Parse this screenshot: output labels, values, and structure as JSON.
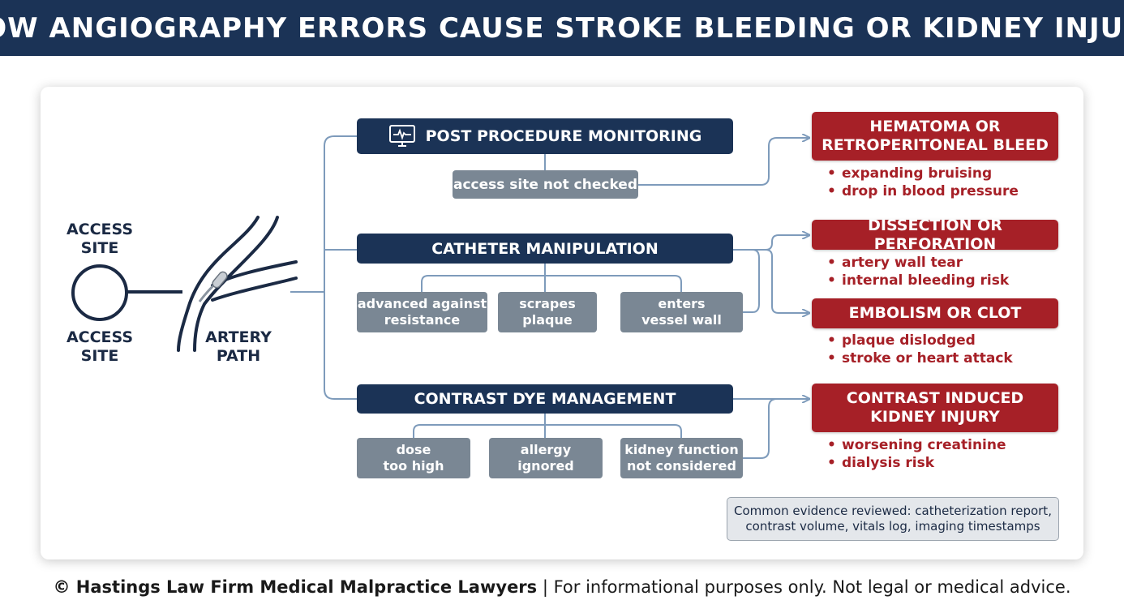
{
  "title": "HOW ANGIOGRAPHY ERRORS CAUSE STROKE BLEEDING OR KIDNEY INJURY",
  "left": {
    "access_site_top": [
      "ACCESS",
      "SITE"
    ],
    "access_site_bottom": [
      "ACCESS",
      "SITE"
    ],
    "artery_path": [
      "ARTERY",
      "PATH"
    ]
  },
  "monitoring": {
    "title": "POST PROCEDURE MONITORING",
    "icon": "monitor-icon",
    "subs": [
      [
        "access site not checked"
      ]
    ]
  },
  "catheter": {
    "title": "CATHETER MANIPULATION",
    "subs": [
      [
        "advanced against",
        "resistance"
      ],
      [
        "scrapes",
        "plaque"
      ],
      [
        "enters",
        "vessel wall"
      ]
    ]
  },
  "contrast": {
    "title": "CONTRAST DYE MANAGEMENT",
    "subs": [
      [
        "dose",
        "too high"
      ],
      [
        "allergy",
        "ignored"
      ],
      [
        "kidney function",
        "not considered"
      ]
    ]
  },
  "outcomes": [
    {
      "title": [
        "HEMATOMA OR",
        "RETROPERITONEAL BLEED"
      ],
      "bullets": [
        "expanding bruising",
        "drop in blood pressure"
      ]
    },
    {
      "title": [
        "DISSECTION OR PERFORATION"
      ],
      "bullets": [
        "artery wall tear",
        "internal bleeding risk"
      ]
    },
    {
      "title": [
        "EMBOLISM OR CLOT"
      ],
      "bullets": [
        "plaque dislodged",
        "stroke or heart attack"
      ]
    },
    {
      "title": [
        "CONTRAST INDUCED",
        "KIDNEY INJURY"
      ],
      "bullets": [
        "worsening creatinine",
        "dialysis risk"
      ]
    }
  ],
  "evidence": [
    "Common evidence reviewed: catheterization report,",
    "contrast volume, vitals log, imaging timestamps"
  ],
  "footer": {
    "bold": "© Hastings Law Firm Medical Malpractice Lawyers",
    "rest": " | For informational purposes only. Not legal or medical advice."
  },
  "colors": {
    "navy": "#1b3356",
    "gray_box": "#7a8794",
    "red": "#a62027",
    "connector": "#7e9bbb"
  }
}
